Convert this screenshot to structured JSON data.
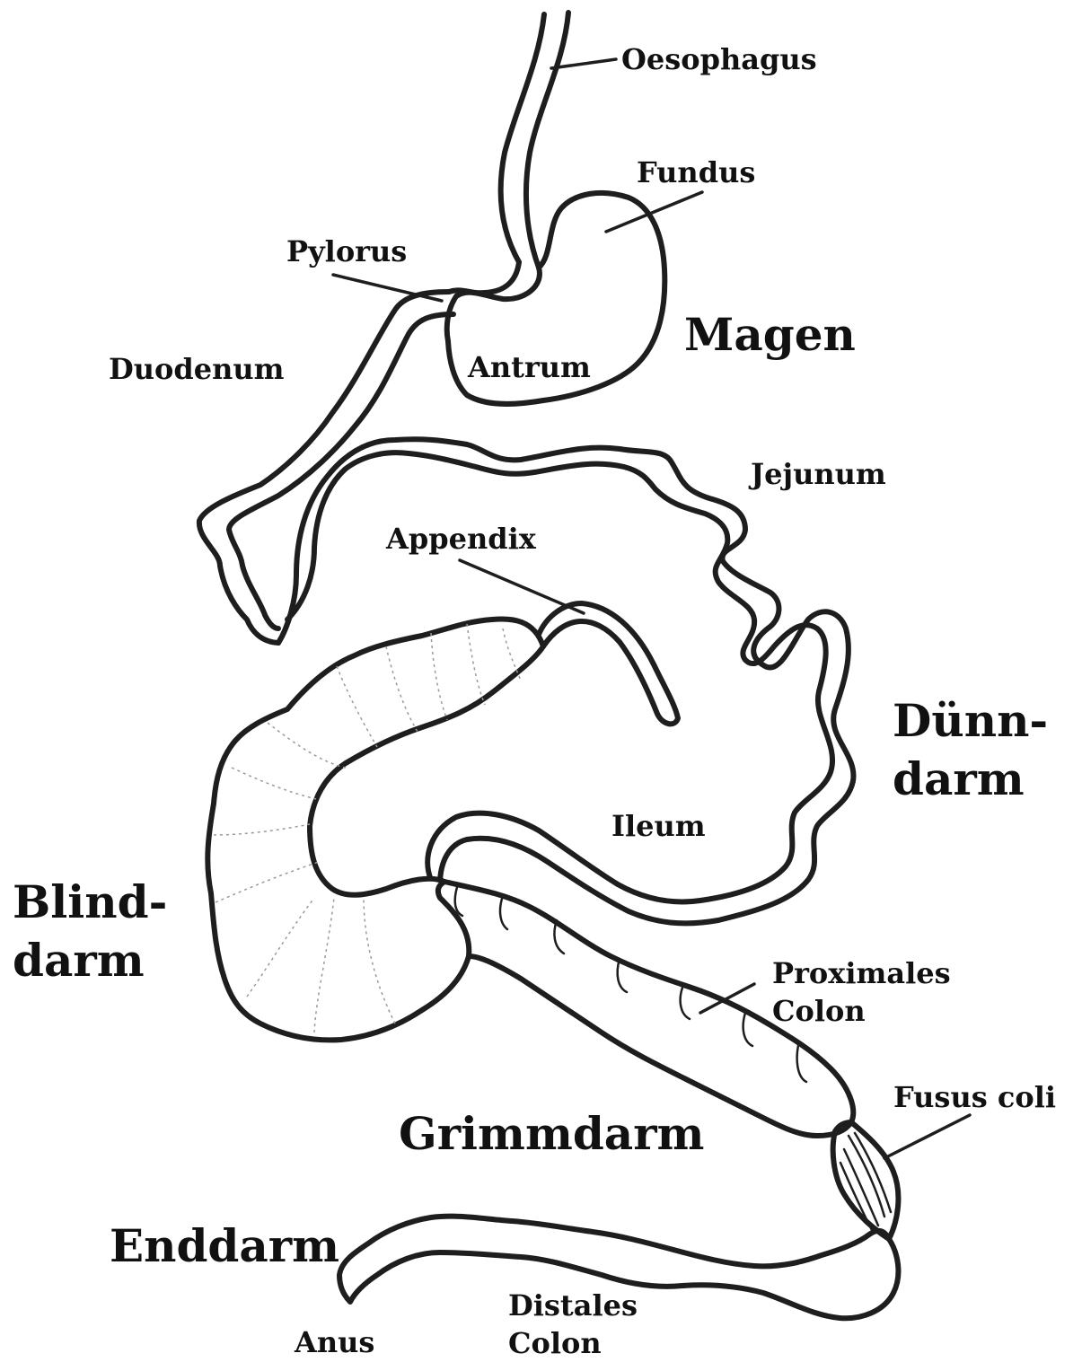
{
  "labels": {
    "oesophagus": "Oesophagus",
    "fundus": "Fundus",
    "pylorus": "Pylorus",
    "magen": "Magen",
    "duodenum": "Duodenum",
    "antrum": "Antrum",
    "jejunum": "Jejunum",
    "appendix": "Appendix",
    "duenndarm_1": "Dünn-",
    "duenndarm_2": "darm",
    "ileum": "Ileum",
    "blinddarm_1": "Blind-",
    "blinddarm_2": "darm",
    "proximales_colon_1": "Proximales",
    "proximales_colon_2": "Colon",
    "fusus_coli": "Fusus coli",
    "grimmdarm": "Grimmdarm",
    "enddarm": "Enddarm",
    "distales_colon_1": "Distales",
    "distales_colon_2": "Colon",
    "anus": "Anus"
  }
}
